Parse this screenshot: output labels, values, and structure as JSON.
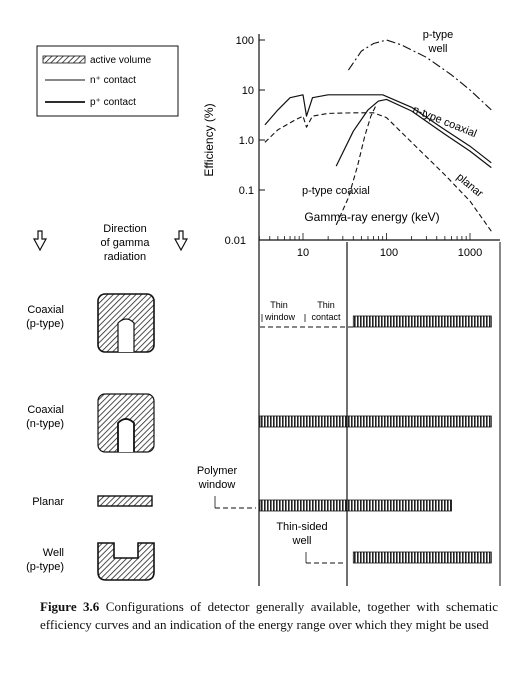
{
  "chart": {
    "type": "line",
    "ylabel": "Efficiency (%)",
    "xlabel": "Gamma-ray energy (keV)",
    "y_ticks": [
      "100",
      "10",
      "1.0",
      "0.1",
      "0.01"
    ],
    "x_ticks": [
      "10",
      "100",
      "1000"
    ],
    "y_scale": "log",
    "x_scale": "log",
    "curve_labels": {
      "p_type_well": [
        "p-type",
        "well"
      ],
      "n_type_coaxial": "n-type coaxial",
      "planar": "planar",
      "p_type_coaxial": "p-type coaxial"
    }
  },
  "legend": {
    "active_volume": "active volume",
    "n_contact": "n⁺ contact",
    "p_contact": "p⁺ contact"
  },
  "direction": [
    "Direction",
    "of gamma",
    "radiation"
  ],
  "detectors": {
    "coaxial_p": [
      "Coaxial",
      "(p-type)"
    ],
    "coaxial_n": [
      "Coaxial",
      "(n-type)"
    ],
    "planar": "Planar",
    "well": [
      "Well",
      "(p-type)"
    ]
  },
  "range_labels": {
    "thin_window": [
      "Thin",
      "window"
    ],
    "thin_contact": [
      "Thin",
      "contact"
    ],
    "polymer_window": [
      "Polymer",
      "window"
    ],
    "thin_sided_well": [
      "Thin-sided",
      "well"
    ]
  },
  "caption": {
    "label": "Figure 3.6",
    "text": "Configurations of detector generally available, together with schematic efficiency curves and an indication of the energy range over which they might be used"
  },
  "chart_data": {
    "type": "line",
    "xlabel": "Gamma-ray energy (keV)",
    "ylabel": "Efficiency (%)",
    "x_scale": "log",
    "y_scale": "log",
    "xlim": [
      3,
      1800
    ],
    "ylim": [
      0.01,
      100
    ],
    "series": [
      {
        "name": "p-type well",
        "style": "dash-dot",
        "x": [
          35,
          50,
          70,
          100,
          150,
          300,
          600,
          1000,
          1800
        ],
        "y": [
          25,
          60,
          85,
          100,
          80,
          45,
          20,
          10,
          4
        ]
      },
      {
        "name": "n-type coaxial",
        "style": "solid",
        "x": [
          3.5,
          5,
          7,
          10,
          11,
          13,
          20,
          50,
          90,
          200,
          500,
          1000,
          1800
        ],
        "y": [
          2.0,
          4.0,
          7.0,
          8.0,
          3.0,
          7.0,
          8.0,
          8.0,
          8.0,
          4.5,
          1.6,
          0.75,
          0.35
        ]
      },
      {
        "name": "p-type coaxial",
        "style": "solid",
        "x": [
          25,
          40,
          60,
          80,
          100,
          200,
          500,
          1000,
          1800
        ],
        "y": [
          0.3,
          1.5,
          4.0,
          6.0,
          6.5,
          3.8,
          1.3,
          0.6,
          0.28
        ]
      },
      {
        "name": "p-type coaxial (dashed)",
        "style": "dashed",
        "x": [
          25,
          35,
          45,
          55,
          65,
          75
        ],
        "y": [
          0.02,
          0.07,
          0.3,
          1.2,
          3.0,
          5.0
        ]
      },
      {
        "name": "planar",
        "style": "dashed",
        "x": [
          3.5,
          5,
          8,
          10,
          11,
          13,
          20,
          40,
          70,
          100,
          200,
          500,
          1000,
          1800
        ],
        "y": [
          0.9,
          1.6,
          2.5,
          3.0,
          1.8,
          3.0,
          3.4,
          3.5,
          3.5,
          2.8,
          0.9,
          0.2,
          0.06,
          0.015
        ]
      }
    ],
    "ranges": [
      {
        "name": "Coaxial (p-type)",
        "solid": [
          40,
          1800
        ],
        "dashed": [
          3,
          40
        ]
      },
      {
        "name": "Coaxial (n-type)",
        "solid": [
          3,
          1800
        ]
      },
      {
        "name": "Planar",
        "solid": [
          3,
          600
        ]
      },
      {
        "name": "Well (p-type)",
        "solid": [
          40,
          1800
        ]
      }
    ]
  }
}
